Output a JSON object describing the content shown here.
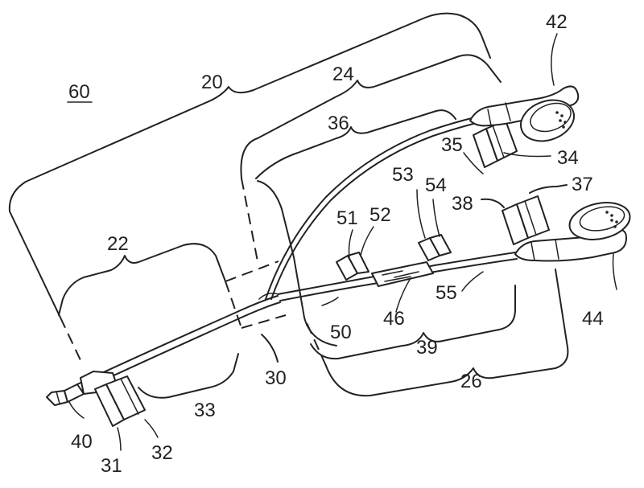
{
  "figure": {
    "title": "60",
    "labels": {
      "l20": "20",
      "l22": "22",
      "l24": "24",
      "l26": "26",
      "l30": "30",
      "l31": "31",
      "l32": "32",
      "l33": "33",
      "l34": "34",
      "l35": "35",
      "l36": "36",
      "l37": "37",
      "l38": "38",
      "l39": "39",
      "l40": "40",
      "l42": "42",
      "l44": "44",
      "l46": "46",
      "l50": "50",
      "l51": "51",
      "l52": "52",
      "l53": "53",
      "l54": "54",
      "l55": "55"
    }
  }
}
